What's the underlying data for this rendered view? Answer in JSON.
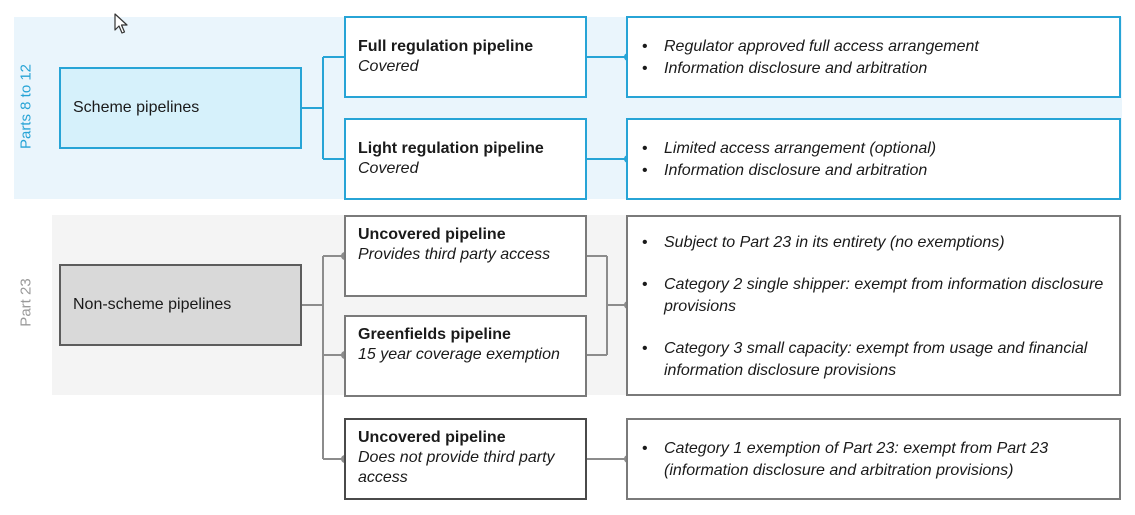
{
  "sections": {
    "top_label": "Parts 8 to 12",
    "bottom_label": "Part  23"
  },
  "categories": {
    "scheme": "Scheme  pipelines",
    "non_scheme": "Non-scheme  pipelines"
  },
  "pipelines": [
    {
      "title": "Full regulation pipeline",
      "subtitle": "Covered"
    },
    {
      "title": "Light regulation pipeline",
      "subtitle": "Covered"
    },
    {
      "title": "Uncovered pipeline",
      "subtitle": "Provides third party access"
    },
    {
      "title": "Greenfields pipeline",
      "subtitle": "15 year coverage exemption"
    },
    {
      "title": "Uncovered pipeline",
      "subtitle": "Does not provide third party access"
    }
  ],
  "details": [
    {
      "items": [
        "Regulator approved full access arrangement",
        "Information disclosure and arbitration"
      ]
    },
    {
      "items": [
        "Limited access arrangement  (optional)",
        "Information disclosure and arbitration"
      ]
    },
    {
      "items": [
        "Subject to Part 23 in its entirety (no exemptions)",
        "Category 2 single shipper: exempt from information disclosure provisions",
        "Category 3 small capacity: exempt from usage and financial information disclosure provisions"
      ]
    },
    {
      "items": [
        "Category 1 exemption of Part 23: exempt from Part 23 (information disclosure and arbitration provisions)"
      ]
    }
  ],
  "colors": {
    "scheme_accent": "#27a4d6",
    "scheme_fill": "#d6f1fb",
    "non_scheme_fill": "#d9d9d9",
    "non_scheme_border": "#7a7a7a",
    "connector_gray": "#8c8c8c"
  },
  "icons": [
    "mouse-cursor-icon"
  ]
}
